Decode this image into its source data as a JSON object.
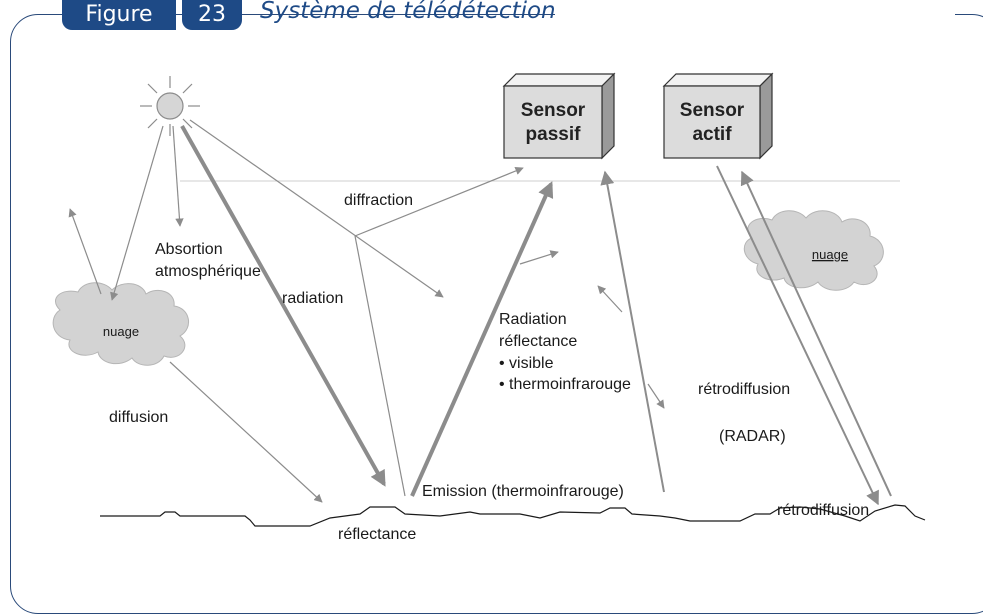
{
  "header": {
    "figure_label": "Figure",
    "figure_number": "23",
    "title": "Système de télédétection"
  },
  "sensors": {
    "passive": {
      "line1": "Sensor",
      "line2": "passif"
    },
    "active": {
      "line1": "Sensor",
      "line2": "actif"
    }
  },
  "clouds": {
    "left": "nuage",
    "right": "nuage"
  },
  "labels": {
    "diffraction": "diffraction",
    "absortion_line1": "Absortion",
    "absortion_line2": "atmosphérique",
    "radiation": "radiation",
    "radiation_reflectance_line1": "Radiation",
    "radiation_reflectance_line2": "réflectance",
    "bullet_visible": "• visible",
    "bullet_thermo": "• thermoinfrarouge",
    "retrodiffusion": "rétrodiffusion",
    "radar": "(RADAR)",
    "diffusion": "diffusion",
    "emission": "Emission (thermoinfrarouge)",
    "reflectance": "réflectance",
    "retrodiffusion_ground": "rétrodiffusion"
  },
  "colors": {
    "frame": "#2a4a7a",
    "tab": "#1e4a86",
    "arrow": "#8c8c8c",
    "cloud_fill": "#d3d3d3"
  }
}
